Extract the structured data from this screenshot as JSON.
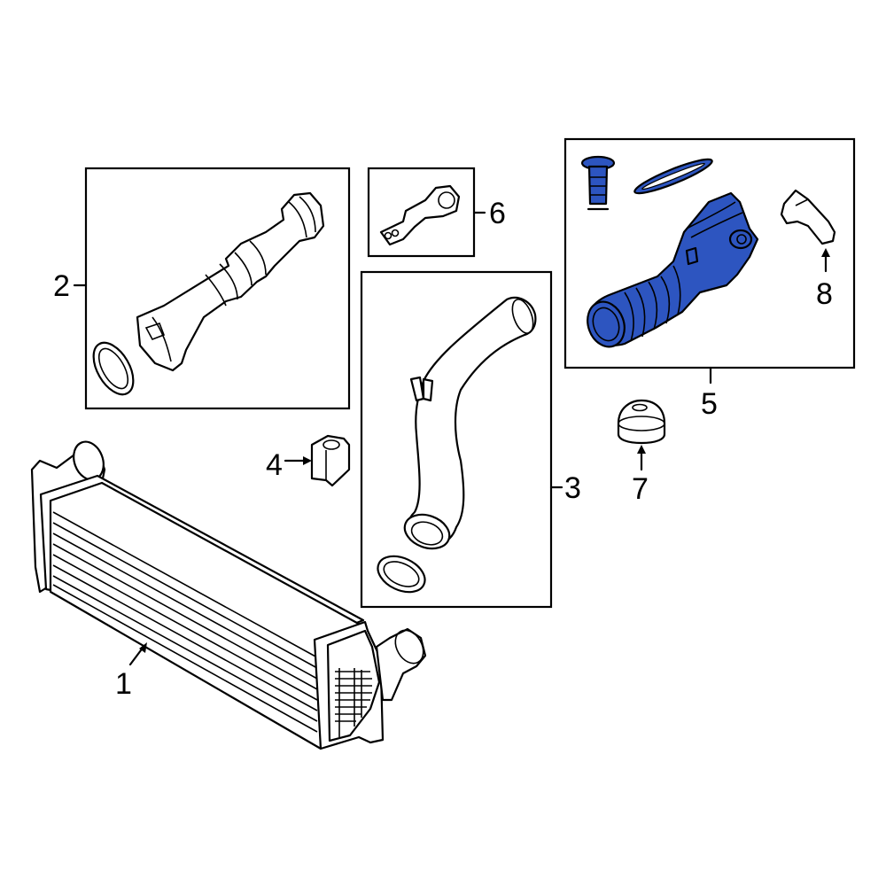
{
  "diagram": {
    "type": "exploded parts diagram",
    "highlight_color": "#2d55c0",
    "line_color": "#000000",
    "background": "#ffffff"
  },
  "callouts": [
    {
      "id": "1",
      "label": "1",
      "part": "intercooler"
    },
    {
      "id": "2",
      "label": "2",
      "part": "charge air hose with o-ring"
    },
    {
      "id": "3",
      "label": "3",
      "part": "charge air pipe with o-ring"
    },
    {
      "id": "4",
      "label": "4",
      "part": "grommet / mount"
    },
    {
      "id": "5",
      "label": "5",
      "part": "intake hose assembly (highlighted)"
    },
    {
      "id": "6",
      "label": "6",
      "part": "bracket"
    },
    {
      "id": "7",
      "label": "7",
      "part": "rubber cap / bushing"
    },
    {
      "id": "8",
      "label": "8",
      "part": "sensor"
    }
  ]
}
